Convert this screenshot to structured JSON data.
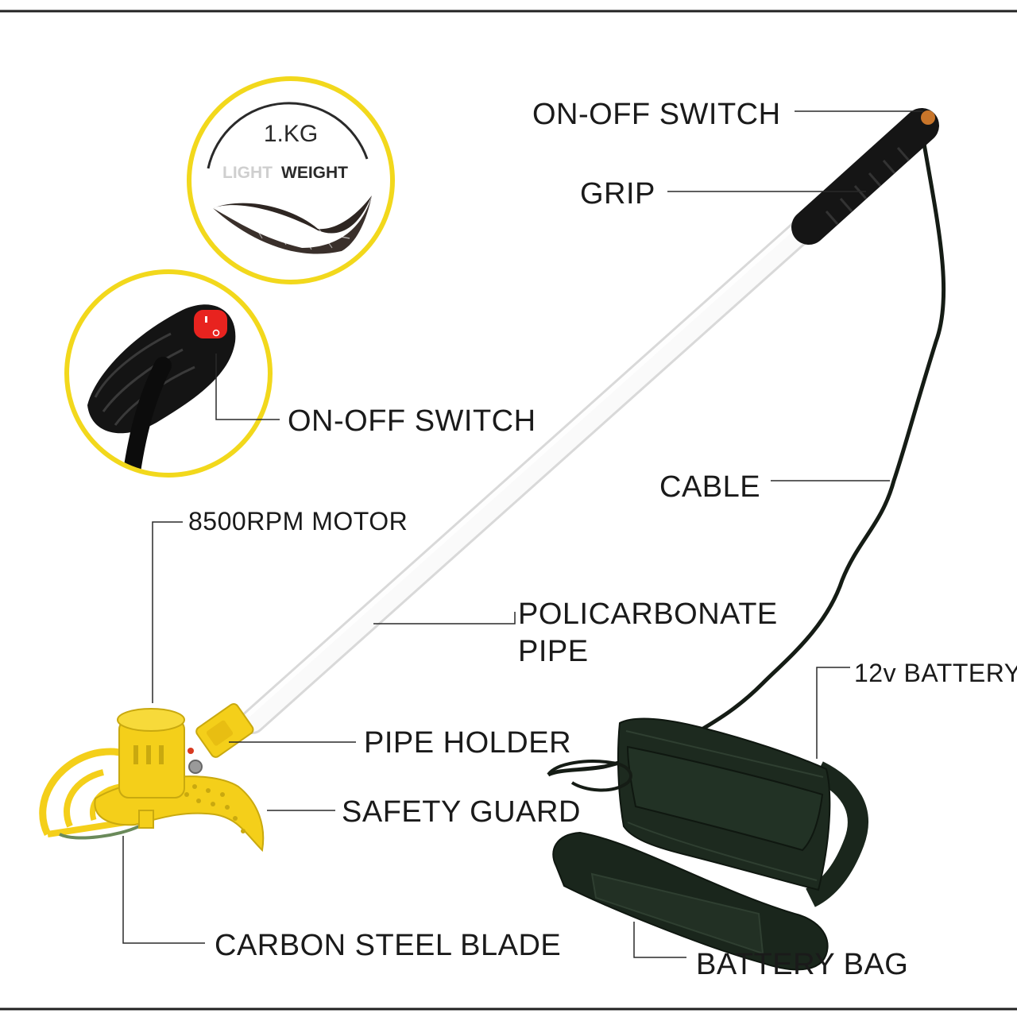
{
  "badge": {
    "weight": "1.KG",
    "light_word": "LIGHT",
    "weight_word": "WEIGHT",
    "ring_color": "#f2d81c",
    "icon": "feather-icon"
  },
  "switch_badge": {
    "icon": "rocker-switch-icon",
    "switch_color": "#e8231f"
  },
  "labels": {
    "on_off_switch_top": "ON-OFF SWITCH",
    "grip": "GRIP",
    "on_off_switch_inset": "ON-OFF SWITCH",
    "cable": "CABLE",
    "motor": "8500RPM MOTOR",
    "pipe": "POLICARBONATE\nPIPE",
    "battery": "12v BATTERY",
    "pipe_holder": "PIPE HOLDER",
    "safety_guard": "SAFETY GUARD",
    "blade": "CARBON STEEL BLADE",
    "battery_bag": "BATTERY BAG"
  },
  "colors": {
    "trimmer_yellow": "#f4cf1a",
    "bag_green": "#1d2a1f",
    "grip_black": "#151515",
    "pipe_white": "#fafafa"
  }
}
